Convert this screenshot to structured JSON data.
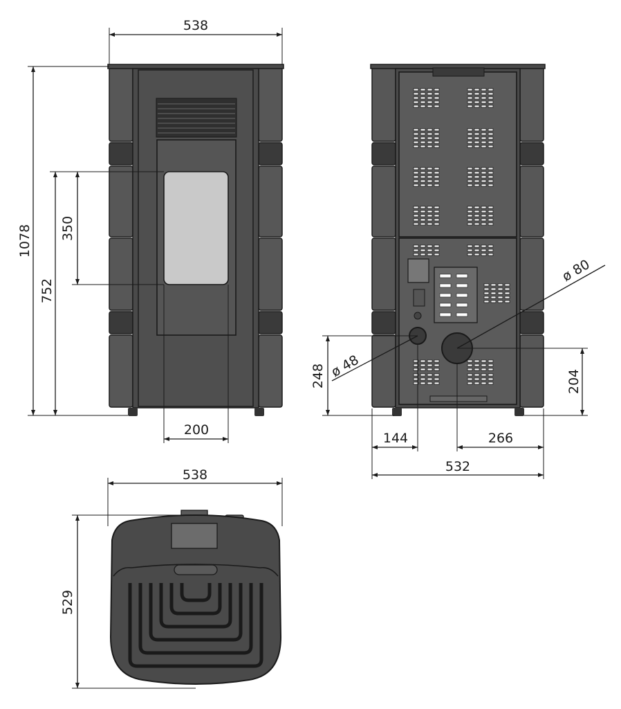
{
  "views": {
    "front": {
      "width_label": "538",
      "height_label": "1078",
      "window_top_label": "752",
      "window_height_label": "350",
      "window_width_label": "200"
    },
    "rear": {
      "pipe_small_diameter_label": "ø 48",
      "pipe_large_diameter_label": "ø 80",
      "pipe_small_height_label": "248",
      "pipe_large_height_label": "204",
      "pipe_small_offset_label": "144",
      "pipe_large_offset_label": "266",
      "width_label": "532"
    },
    "top": {
      "width_label": "538",
      "depth_label": "529"
    }
  }
}
